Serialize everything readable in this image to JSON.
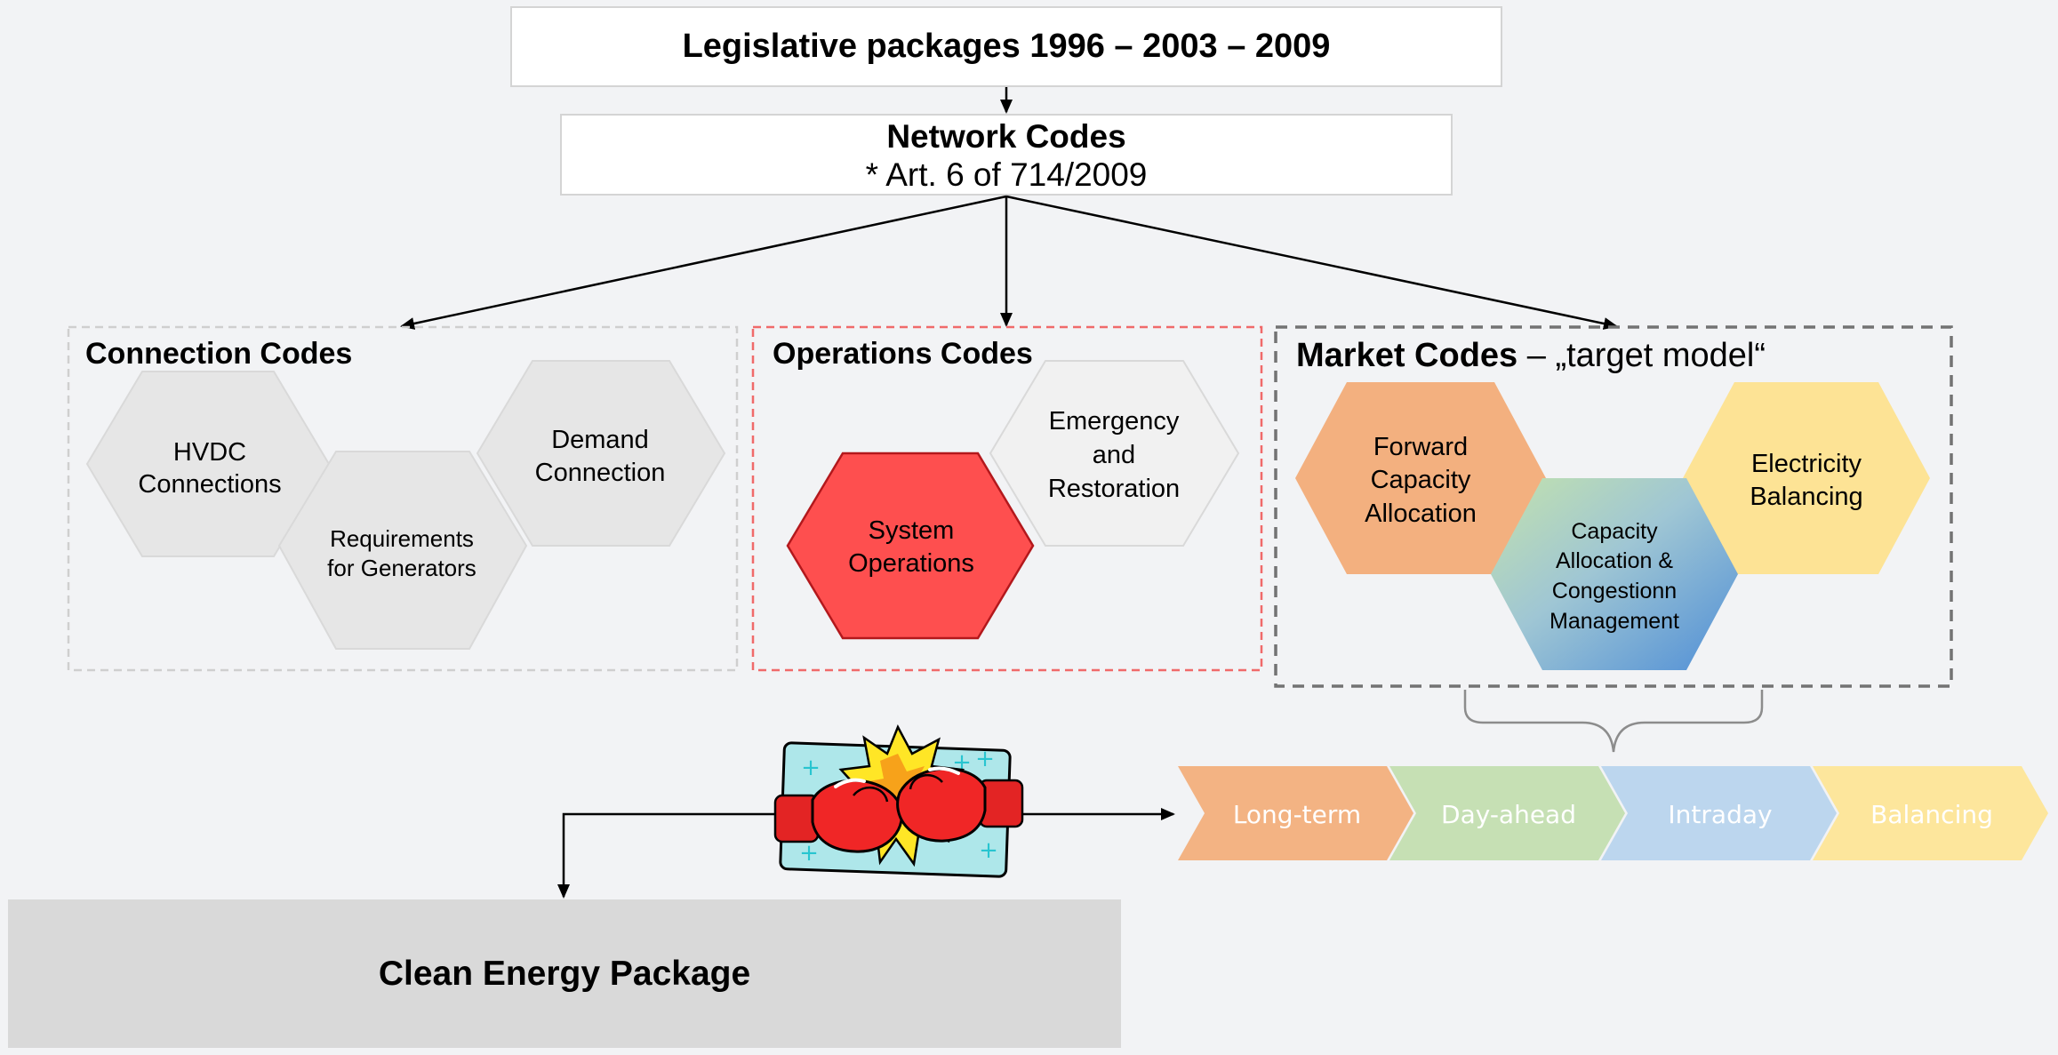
{
  "top": {
    "legislative_packages": "Legislative packages 1996 – 2003 – 2009",
    "network_codes_title": "Network Codes",
    "network_codes_subtitle": "* Art. 6 of 714/2009"
  },
  "groups": {
    "connection": {
      "title": "Connection Codes",
      "hexagons": [
        {
          "line1": "HVDC",
          "line2": "Connections"
        },
        {
          "line1": "Requirements",
          "line2": "for Generators"
        },
        {
          "line1": "Demand",
          "line2": "Connection"
        }
      ]
    },
    "operations": {
      "title": "Operations Codes",
      "hexagons": [
        {
          "line1": "System",
          "line2": "Operations"
        },
        {
          "line1": "Emergency",
          "line2": "and",
          "line3": "Restoration"
        }
      ]
    },
    "market": {
      "title_bold": "Market Codes",
      "title_rest": " – „target model“",
      "hexagons": [
        {
          "line1": "Forward",
          "line2": "Capacity",
          "line3": "Allocation"
        },
        {
          "line1": "Capacity",
          "line2": "Allocation &",
          "line3": "Congestionn",
          "line4": "Management"
        },
        {
          "line1": "Electricity",
          "line2": "Balancing"
        }
      ]
    }
  },
  "timeframes": [
    "Long-term",
    "Day-ahead",
    "Intraday",
    "Balancing"
  ],
  "clean_energy_package": "Clean Energy Package",
  "colors": {
    "background": "#f2f3f5",
    "connection_hex": "#e6e6e6",
    "system_operations": "#fe4f4f",
    "operations_border": "#f06a6a",
    "forward_capacity": "#f3b07f",
    "electricity_balancing": "#fde395",
    "chevron_long_term": "#f3b383",
    "chevron_day_ahead": "#c6e0b4",
    "chevron_intraday": "#bcd6ee",
    "chevron_balancing": "#fde69c",
    "clean_energy_box": "#d9d9d9"
  },
  "icons": [
    "boxing-gloves-icon"
  ]
}
